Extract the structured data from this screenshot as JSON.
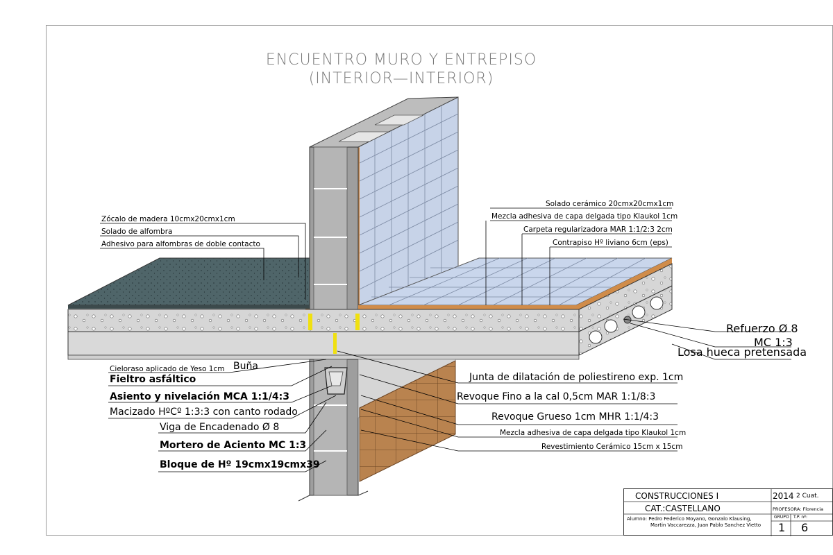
{
  "title": {
    "line1": "ENCUENTRO MURO Y ENTREPISO",
    "line2": "(INTERIOR—INTERIOR)"
  },
  "labels_left_top": [
    "Zócalo de madera  10cmx20cmx1cm",
    "Solado de alfombra",
    "Adhesivo para alfombras de doble contacto"
  ],
  "labels_right_top": [
    "Solado cerámico 20cmx20cmx1cm",
    "Mezcla adhesiva de capa delgada tipo Klaukol 1cm",
    "Carpeta regularizadora  MAR 1:1/2:3 2cm",
    "Contrapiso Hº liviano 6cm (eps)"
  ],
  "labels_slab": {
    "refuerzo": "Refuerzo  Ø 8",
    "mc": "MC 1:3",
    "losa": "Losa hueca pretensada"
  },
  "labels_left_bottom": {
    "cieloraso": "Cieloraso aplicado de Yeso 1cm",
    "buna": "Buña",
    "fieltro": "Fieltro asfáltico",
    "asiento": "Asiento y nivelación MCA 1:1/4:3",
    "macizado": "Macizado HºCº 1:3:3 con canto rodado",
    "viga": "Viga de Encadenado    Ø 8",
    "mortero": "Mortero de Aciento MC 1:3",
    "bloque": "Bloque de Hº 19cmx19cmx39"
  },
  "labels_right_bottom": {
    "junta": "Junta de dilatación de poliestireno exp. 1cm",
    "revoque_fino": "Revoque Fino a la cal 0,5cm MAR 1:1/8:3",
    "revoque_grueso": "Revoque Grueso 1cm MHR 1:1/4:3",
    "mezcla": "Mezcla adhesiva de capa delgada tipo Klaukol 1cm",
    "revestimiento": "Revestimiento Cerámico 15cm x 15cm"
  },
  "title_block": {
    "course": "CONSTRUCCIONES I",
    "year": "2014",
    "term": "2 Cuat.",
    "cat": "CAT.:CASTELLANO",
    "profesora": "PROFESORA: Florencia",
    "alumno_line1": "Alumno: Pedro Federico Moyano, Gonzalo Klausing,",
    "alumno_line2": "Martin Vaccarezza, Juan Pablo Sanchez Vietto",
    "grupo_label": "GRUPO",
    "grupo": "1",
    "tp_label": "T.P. nº:",
    "tp": "6"
  },
  "colors": {
    "carpet": "#4e6468",
    "tile_floor": "#c9d6ec",
    "tile_wall": "#c7d3e8",
    "concrete": "#d8d8d8",
    "block": "#a9a9a9",
    "ceramic_wall": "#b9834f",
    "expansion_joint": "#f0e010",
    "wood_skirting": "#c8742a"
  }
}
